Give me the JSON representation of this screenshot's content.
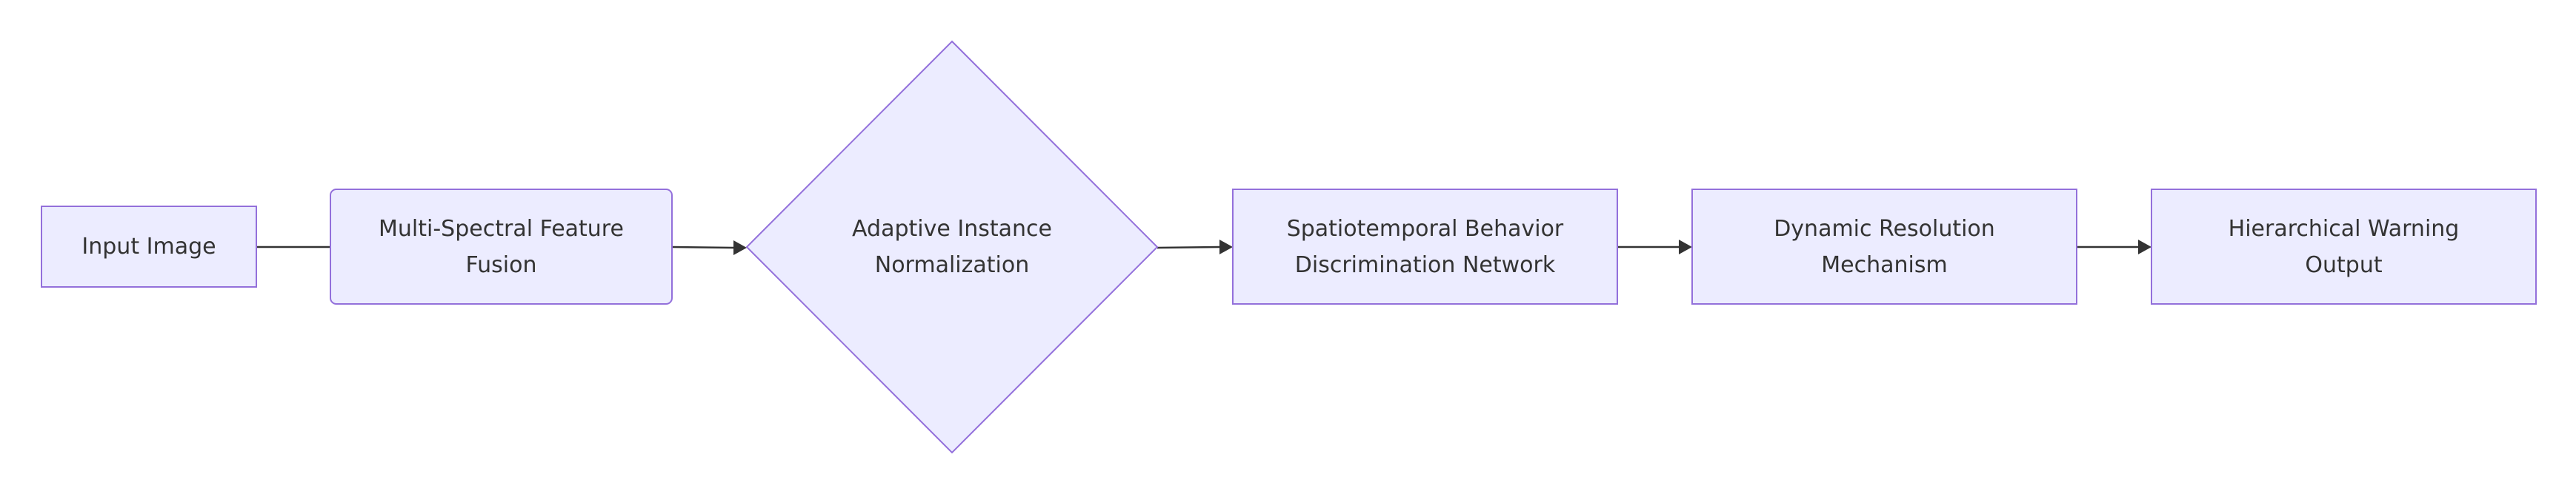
{
  "colors": {
    "node_fill": "#ececff",
    "node_stroke": "#9370db",
    "edge": "#333333",
    "text": "#333333",
    "background": "#ffffff"
  },
  "nodes": {
    "input_image": {
      "label": "Input Image",
      "shape": "rectangle"
    },
    "feature_fusion": {
      "label": "Multi-Spectral Feature Fusion",
      "shape": "rounded-rectangle"
    },
    "instance_normalization": {
      "label": "Adaptive Instance Normalization",
      "shape": "diamond"
    },
    "behavior_network": {
      "label": "Spatiotemporal Behavior Discrimination Network",
      "shape": "rectangle"
    },
    "dynamic_resolution": {
      "label": "Dynamic Resolution Mechanism",
      "shape": "rectangle"
    },
    "warning_output": {
      "label": "Hierarchical Warning Output",
      "shape": "rectangle"
    }
  },
  "edges": [
    {
      "from": "input_image",
      "to": "feature_fusion"
    },
    {
      "from": "feature_fusion",
      "to": "instance_normalization"
    },
    {
      "from": "instance_normalization",
      "to": "behavior_network"
    },
    {
      "from": "behavior_network",
      "to": "dynamic_resolution"
    },
    {
      "from": "dynamic_resolution",
      "to": "warning_output"
    }
  ]
}
